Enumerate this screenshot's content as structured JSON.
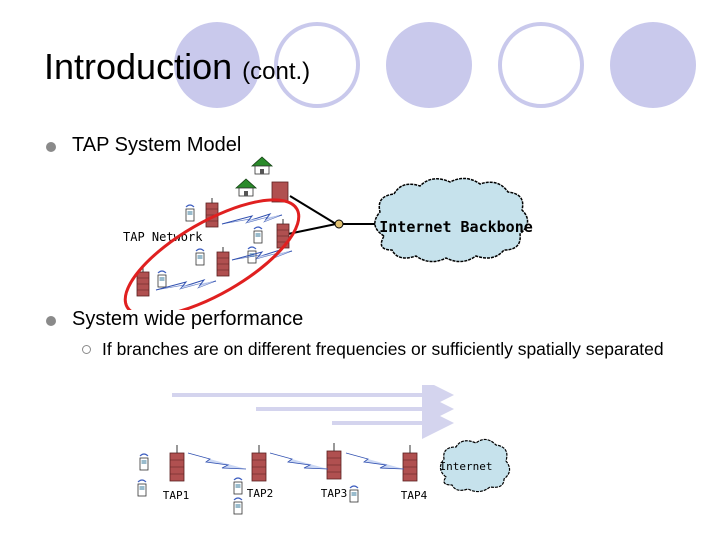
{
  "slide": {
    "title": "Introduction",
    "title_suffix": "(cont.)",
    "bullets": [
      {
        "text": "TAP System Model"
      },
      {
        "text": "System wide performance"
      }
    ],
    "sub_bullets": [
      {
        "text": "If branches are on different frequencies or sufficiently spatially separated"
      }
    ]
  },
  "diagram_top": {
    "tap_network_label": "TAP Network",
    "internet_label": "Internet Backbone"
  },
  "diagram_bottom": {
    "internet_label": "Internet",
    "taps": [
      "TAP1",
      "TAP2",
      "TAP3",
      "TAP4"
    ]
  },
  "colors": {
    "decor_circle": "#c9c9ec",
    "cloud_fill": "#c6e2ec",
    "red_highlight": "#e02020",
    "flow_arrow": "#d4d4ee",
    "tower": "#b05050"
  }
}
